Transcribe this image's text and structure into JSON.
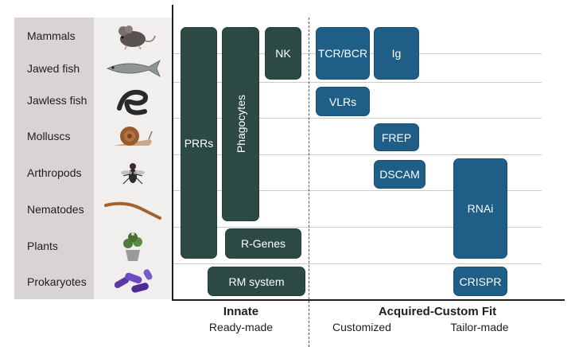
{
  "organisms": [
    {
      "label": "Mammals",
      "icon": "mouse-icon"
    },
    {
      "label": "Jawed fish",
      "icon": "fish-icon"
    },
    {
      "label": "Jawless fish",
      "icon": "lamprey-icon"
    },
    {
      "label": "Molluscs",
      "icon": "snail-icon"
    },
    {
      "label": "Arthropods",
      "icon": "fly-icon"
    },
    {
      "label": "Nematodes",
      "icon": "worm-icon"
    },
    {
      "label": "Plants",
      "icon": "potted-plant-icon"
    },
    {
      "label": "Prokaryotes",
      "icon": "bacteria-icon"
    }
  ],
  "boxes": {
    "prrs": "PRRs",
    "phagocytes": "Phagocytes",
    "nk": "NK",
    "r_genes": "R-Genes",
    "rm_system": "RM system",
    "tcr_bcr": "TCR/BCR",
    "ig": "Ig",
    "vlrs": "VLRs",
    "frep": "FREP",
    "dscam": "DSCAM",
    "rnai": "RNAi",
    "crispr": "CRISPR"
  },
  "footer": {
    "innate_title": "Innate",
    "innate_sub": "Ready-made",
    "acquired_title": "Acquired-Custom Fit",
    "acquired_sub_left": "Customized",
    "acquired_sub_right": "Tailor-made"
  },
  "colors": {
    "innate_box": "#2c4a43",
    "acquired_box": "#1f5e86",
    "label_bg": "#d9d4d4",
    "picture_bg": "#f1eeee"
  }
}
